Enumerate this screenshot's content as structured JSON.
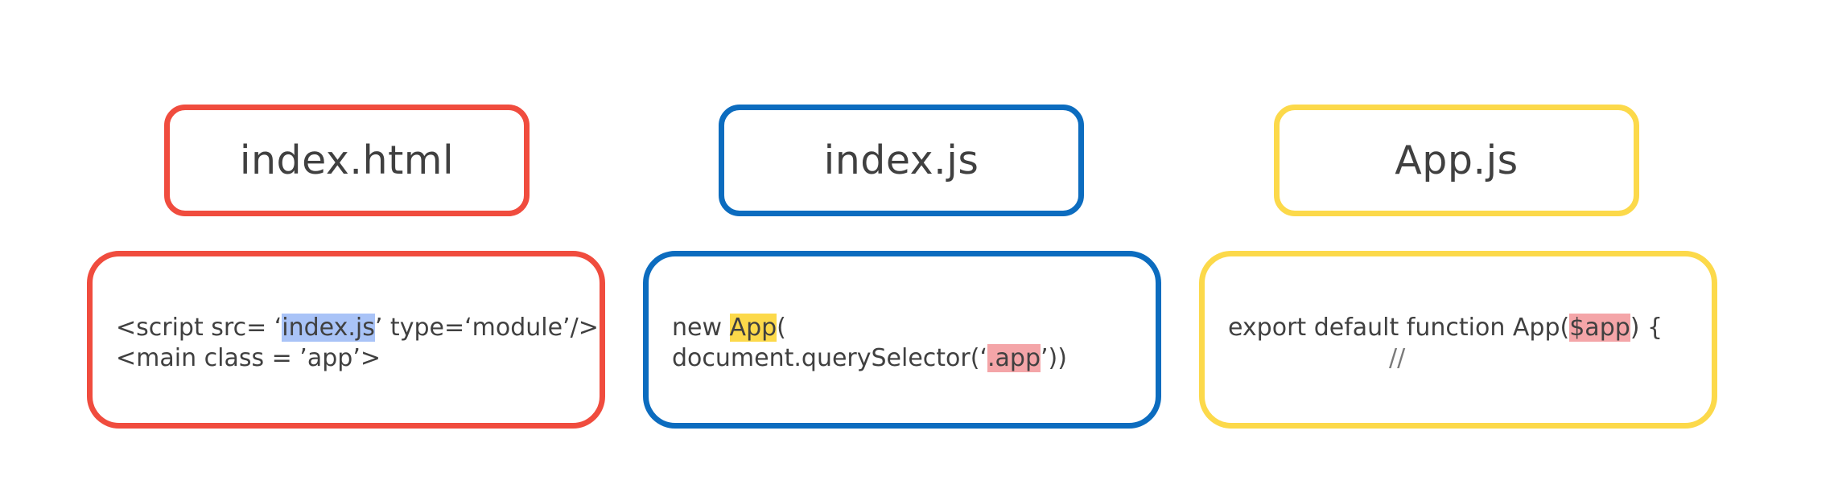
{
  "colors": {
    "red": "#f04c3e",
    "blue": "#0c6cbf",
    "yellow": "#fcd94a",
    "highlight_blue": "#a9c3f7",
    "highlight_yellow": "#fcd94a",
    "highlight_pink": "#f4a5a8",
    "text": "#404040"
  },
  "boxes": {
    "index_html": {
      "title": "index.html",
      "line1_pre": "<script src= ‘",
      "line1_highlight": "index.js",
      "line1_post": "’ type=‘module’/>",
      "line2": "<main class = ’app’>"
    },
    "index_js": {
      "title": "index.js",
      "line1_pre": "new ",
      "line1_highlight": "App",
      "line1_post": "(",
      "line2_pre": "document.querySelector(‘",
      "line2_highlight": ".app",
      "line2_post": "’))"
    },
    "app_js": {
      "title": "App.js",
      "line1_pre": "export default function App(",
      "line1_highlight": "$app",
      "line1_post": ") {",
      "line2": "//"
    }
  }
}
